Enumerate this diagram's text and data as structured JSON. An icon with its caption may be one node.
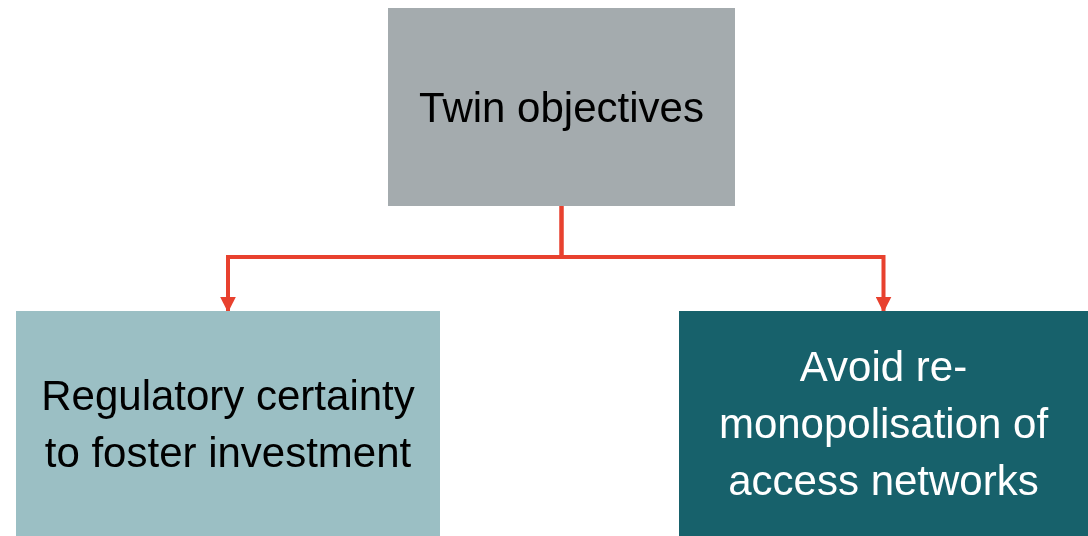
{
  "diagram": {
    "nodes": [
      {
        "text": [
          "Twin objectives"
        ]
      },
      {
        "text": [
          "Regulatory certainty to foster investment"
        ]
      },
      {
        "text": [
          "Avoid re- monopolisation of access networks"
        ]
      }
    ],
    "edges": [
      {
        "from": 0,
        "to": 1,
        "arrow": "to"
      },
      {
        "from": 0,
        "to": 2,
        "arrow": "to"
      }
    ]
  }
}
